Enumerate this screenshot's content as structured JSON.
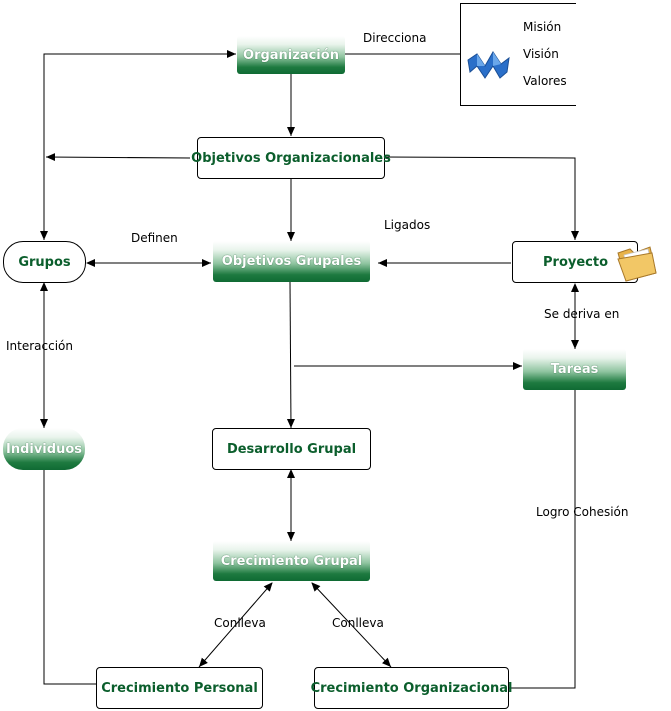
{
  "nodes": {
    "organizacion": "Organización",
    "objetivos_organizacionales": "Objetivos Organizacionales",
    "grupos": "Grupos",
    "objetivos_grupales": "Objetivos Grupales",
    "proyecto": "Proyecto",
    "tareas": "Tareas",
    "individuos": "Individuos",
    "desarrollo_grupal": "Desarrollo Grupal",
    "crecimiento_grupal": "Crecimiento Grupal",
    "crecimiento_personal": "Crecimiento Personal",
    "crecimiento_organizacional": "Crecimiento Organizacional"
  },
  "edge_labels": {
    "direcciona": "Direcciona",
    "definen": "Definen",
    "ligados": "Ligados",
    "se_deriva_en": "Se deriva en",
    "interaccion": "Interacción",
    "logro_cohesion": "Logro Cohesión",
    "conlleva_left": "Conlleva",
    "conlleva_right": "Conlleva"
  },
  "note": {
    "items": [
      "Misión",
      "Visión",
      "Valores"
    ],
    "icon": "blue-ribbon-icon"
  },
  "proyecto_icon": "folder-icon",
  "colors": {
    "green_dark": "#0f6a33",
    "text_green": "#0b5e2c",
    "line": "#000000"
  }
}
